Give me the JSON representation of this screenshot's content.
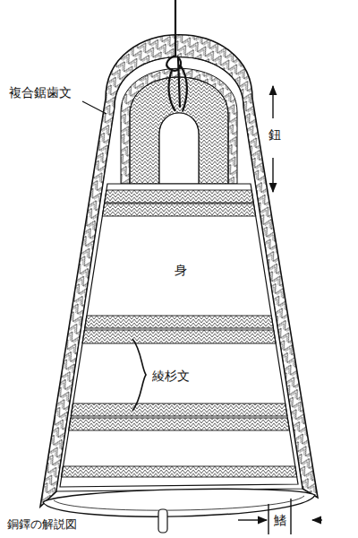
{
  "diagram": {
    "caption": "銅鐸の解説図",
    "labels": [
      "複合鋸歯文",
      "鈕",
      "身",
      "綾杉文",
      "鰭"
    ]
  }
}
